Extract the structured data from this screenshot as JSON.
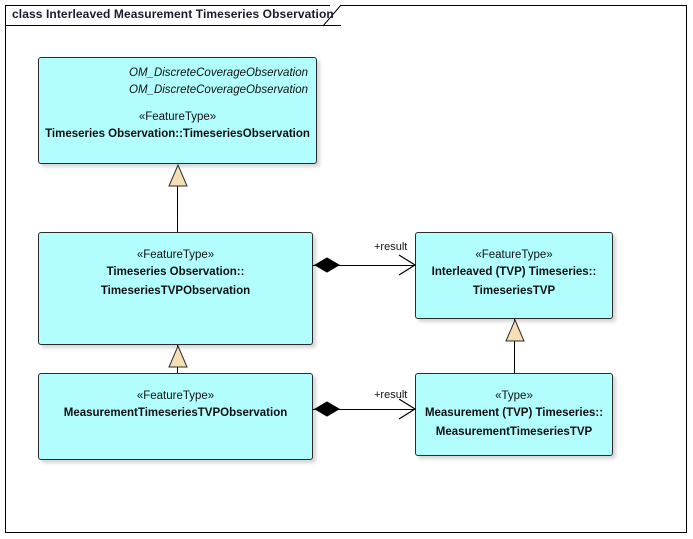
{
  "frame": {
    "title": "class Interleaved Measurement Timeseries Observation"
  },
  "colors": {
    "class_fill": "#b2feff",
    "class_border": "#2b2b2b",
    "generalization_fill": "#f7dfb5",
    "connector": "#000000",
    "title_text": "#1a1a2e"
  },
  "classes": [
    {
      "id": "timeseries-observation",
      "qualifiers": [
        "OM_DiscreteCoverageObservation",
        "OM_DiscreteCoverageObservation"
      ],
      "stereotype": "«FeatureType»",
      "name_lines": [
        "Timeseries Observation::TimeseriesObservation"
      ]
    },
    {
      "id": "timeseries-tvp-observation",
      "qualifiers": [],
      "stereotype": "«FeatureType»",
      "name_lines": [
        "Timeseries Observation::",
        "TimeseriesTVPObservation"
      ]
    },
    {
      "id": "interleaved-tvp-timeseries",
      "qualifiers": [],
      "stereotype": "«FeatureType»",
      "name_lines": [
        "Interleaved (TVP) Timeseries::",
        "TimeseriesTVP"
      ]
    },
    {
      "id": "measurement-timeseries-tvp-observation",
      "qualifiers": [],
      "stereotype": "«FeatureType»",
      "name_lines": [
        "MeasurementTimeseriesTVPObservation"
      ]
    },
    {
      "id": "measurement-tvp-timeseries",
      "qualifiers": [],
      "stereotype": "«Type»",
      "name_lines": [
        "Measurement (TVP) Timeseries::",
        "MeasurementTimeseriesTVP"
      ]
    }
  ],
  "connectors": [
    {
      "id": "gen-tsobs",
      "kind": "generalization",
      "from": "timeseries-tvp-observation",
      "to": "timeseries-observation",
      "label": ""
    },
    {
      "id": "gen-mtsobs",
      "kind": "generalization",
      "from": "measurement-timeseries-tvp-observation",
      "to": "timeseries-tvp-observation",
      "label": ""
    },
    {
      "id": "gen-mtvpts",
      "kind": "generalization",
      "from": "measurement-tvp-timeseries",
      "to": "interleaved-tvp-timeseries",
      "label": ""
    },
    {
      "id": "comp-result-upper",
      "kind": "composition",
      "from": "timeseries-tvp-observation",
      "to": "interleaved-tvp-timeseries",
      "label": "+result"
    },
    {
      "id": "comp-result-lower",
      "kind": "composition",
      "from": "measurement-timeseries-tvp-observation",
      "to": "measurement-tvp-timeseries",
      "label": "+result"
    }
  ]
}
